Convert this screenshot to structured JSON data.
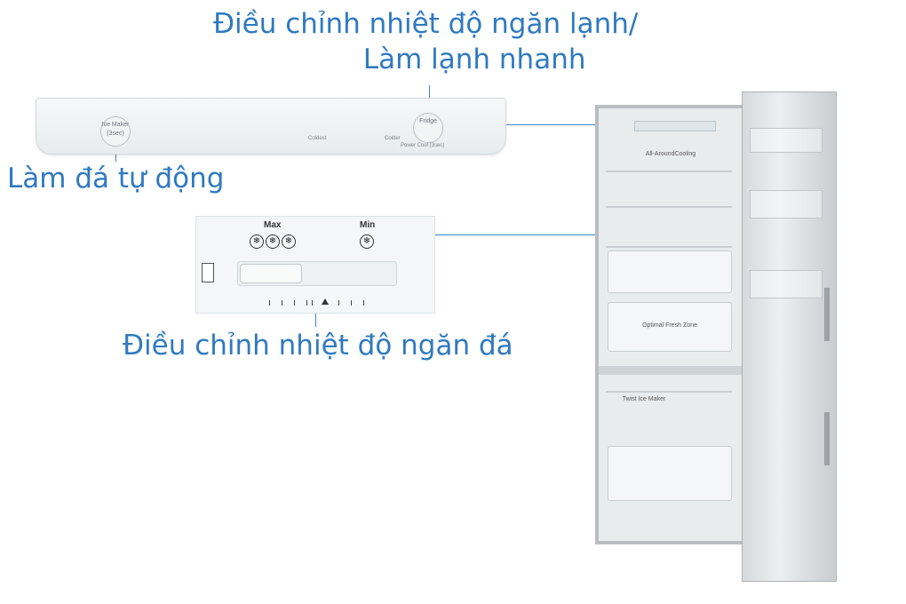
{
  "callouts": {
    "fridge_temp_line1": "Điều chỉnh nhiệt độ ngăn lạnh/",
    "fridge_temp_line2": "Làm lạnh nhanh",
    "ice_maker": "Làm đá tự động",
    "freezer_temp": "Điều chỉnh nhiệt độ ngăn đá"
  },
  "fridge_panel": {
    "ice_maker_knob": "Ice Maker (3sec)",
    "coldest": "Coldest",
    "colder": "Colder",
    "fridge_knob": "Fridge",
    "power_cool": "Power Cool (3sec)"
  },
  "freezer_panel": {
    "max_label": "Max",
    "min_label": "Min",
    "snowflake": "❄"
  },
  "fridge_body": {
    "cooling": "All-AroundCooling",
    "fresh_zone": "Optimal Fresh Zone",
    "ice_tray": "Twist Ice Maker"
  },
  "colors": {
    "callout": "#2f7ac0",
    "line": "#3a86c8"
  }
}
